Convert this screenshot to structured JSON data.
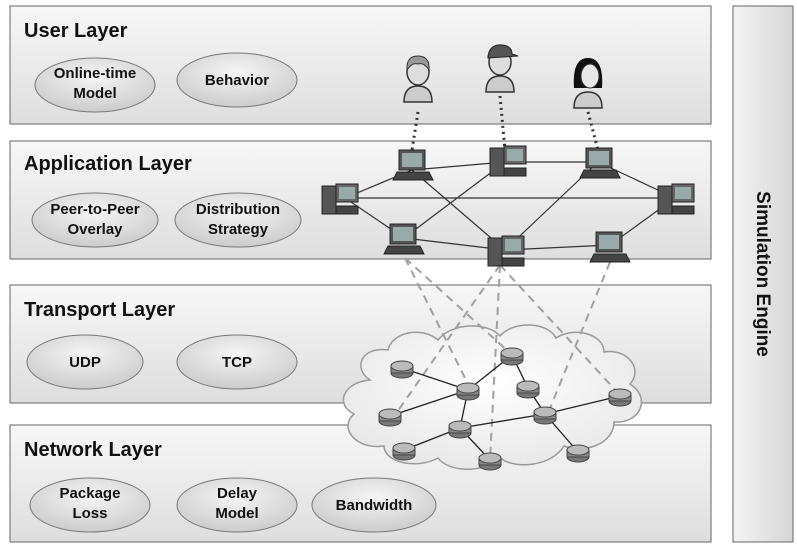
{
  "layers": {
    "user": {
      "title": "User Layer",
      "pills": [
        [
          "Online-time",
          "Model"
        ],
        [
          "Behavior"
        ]
      ]
    },
    "application": {
      "title": "Application Layer",
      "pills": [
        [
          "Peer-to-Peer",
          "Overlay"
        ],
        [
          "Distribution",
          "Strategy"
        ]
      ]
    },
    "transport": {
      "title": "Transport Layer",
      "pills": [
        [
          "UDP"
        ],
        [
          "TCP"
        ]
      ]
    },
    "network": {
      "title": "Network Layer",
      "pills": [
        [
          "Package",
          "Loss"
        ],
        [
          "Delay",
          "Model"
        ],
        [
          "Bandwidth"
        ]
      ]
    }
  },
  "engine": {
    "label": "Simulation Engine"
  },
  "icons": {
    "users": [
      "user-icon",
      "user-cap-icon",
      "user-woman-icon"
    ],
    "peers": [
      "laptop-icon",
      "desktop-icon",
      "laptop-icon",
      "desktop-icon",
      "desktop-icon",
      "laptop-icon",
      "desktop-icon",
      "laptop-icon"
    ],
    "routers": "router-icon",
    "cloud": "network-cloud-icon"
  },
  "colors": {
    "panel": "#eeeeee",
    "pill": "#e2e2e2",
    "stroke": "#555555",
    "dashed": "#a0a0a0"
  }
}
